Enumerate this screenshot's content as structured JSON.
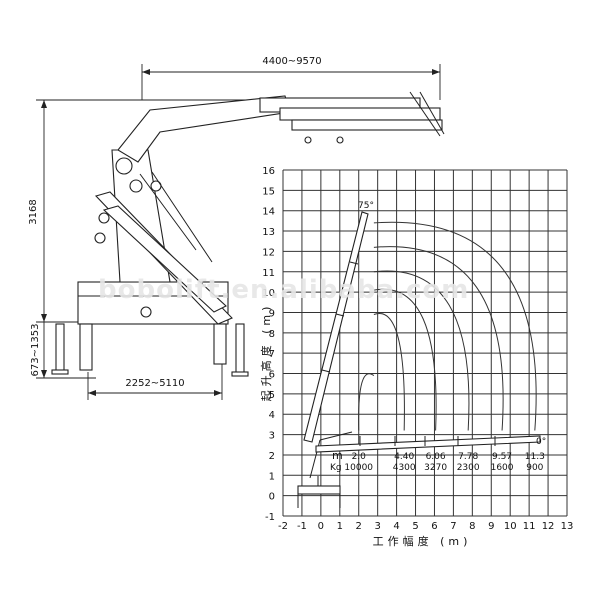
{
  "dimensions": {
    "reach_range": "4400~9570",
    "height": "3168",
    "outrigger_height": "673~1353",
    "outrigger_span": "2252~5110"
  },
  "chart_data": {
    "type": "load-chart",
    "x_axis_label": "工作幅度 (m)",
    "y_axis_label": "起升高度 (m)",
    "x_ticks": [
      "-2",
      "-1",
      "0",
      "1",
      "2",
      "3",
      "4",
      "5",
      "6",
      "7",
      "8",
      "9",
      "10",
      "11",
      "12",
      "13"
    ],
    "y_ticks": [
      "-1",
      "0",
      "1",
      "2",
      "3",
      "4",
      "5",
      "6",
      "7",
      "8",
      "9",
      "10",
      "11",
      "12",
      "13",
      "14",
      "15",
      "16"
    ],
    "xlim": [
      -2,
      13
    ],
    "ylim": [
      -1,
      16
    ],
    "angle_max": "75°",
    "angle_min": "0°",
    "unit_radius": "m",
    "unit_load": "Kg",
    "radius_values": [
      "2.0",
      "4.40",
      "6.06",
      "7.78",
      "9.57",
      "11.3"
    ],
    "load_values": [
      "10000",
      "4300",
      "3270",
      "2300",
      "1600",
      "900"
    ],
    "arcs": [
      {
        "radius": 2.0,
        "max_height": 6.2
      },
      {
        "radius": 4.4,
        "max_height": 9.2
      },
      {
        "radius": 6.06,
        "max_height": 10.4
      },
      {
        "radius": 7.78,
        "max_height": 11.3
      },
      {
        "radius": 9.57,
        "max_height": 12.5
      },
      {
        "radius": 11.3,
        "max_height": 13.7
      }
    ]
  },
  "watermark": "bobolift.en.alibaba.com"
}
